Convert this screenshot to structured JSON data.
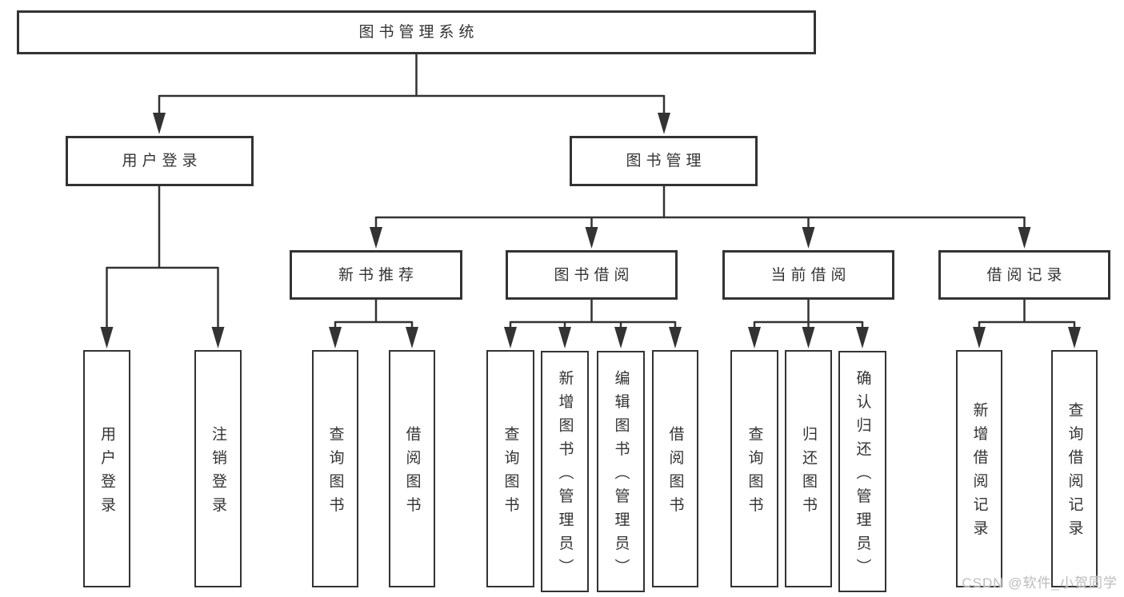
{
  "diagram": {
    "root": "图书管理系统",
    "level2": {
      "user_login": "用户登录",
      "book_management": "图书管理"
    },
    "level3": {
      "new_book_recommend": "新书推荐",
      "book_borrowing": "图书借阅",
      "current_borrowing": "当前借阅",
      "borrowing_records": "借阅记录"
    },
    "leaves": {
      "user_login": "用户登录",
      "logout": "注销登录",
      "recommend_query_books": "查询图书",
      "recommend_borrow_books": "借阅图书",
      "borrowing_query_books": "查询图书",
      "borrowing_add_books_admin": "新增图书（管理员）",
      "borrowing_edit_books_admin": "编辑图书（管理员）",
      "borrowing_borrow_books": "借阅图书",
      "current_query_books": "查询图书",
      "current_return_books": "归还图书",
      "current_confirm_return_admin": "确认归还（管理员）",
      "records_add_borrow_record": "新增借阅记录",
      "records_query_borrow_record": "查询借阅记录"
    }
  },
  "watermark": {
    "text": "CSDN @软件_小贺同学"
  },
  "colors": {
    "line": "#333333",
    "text": "#333333",
    "watermark": "#bcbcbc",
    "background": "#ffffff"
  }
}
